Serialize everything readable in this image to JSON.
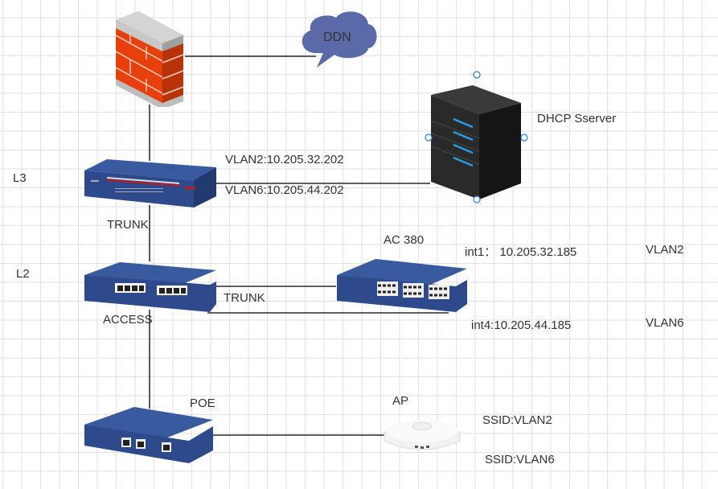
{
  "nodes": {
    "cloud": {
      "label": "DDN"
    },
    "server": {
      "label": "DHCP Sserver"
    },
    "l3": {
      "label": "L3",
      "vlan2": "VLAN2:10.205.32.202",
      "vlan6": "VLAN6:10.205.44.202"
    },
    "l2": {
      "label": "L2",
      "uplink": "TRUNK",
      "downlink": "ACCESS"
    },
    "ac": {
      "label": "AC 380",
      "link": "TRUNK",
      "int1": "int1： 10.205.32.185",
      "int1_vlan": "VLAN2",
      "int4": "int4:10.205.44.185",
      "int4_vlan": "VLAN6"
    },
    "poe": {
      "label": "POE"
    },
    "ap": {
      "label": "AP",
      "ssid1": "SSID:VLAN2",
      "ssid2": "SSID:VLAN6"
    }
  },
  "colors": {
    "device_blue": "#2e4a8c",
    "cloud": "#5a6aa8",
    "brick": "#e8400c",
    "handle": "#2a7ae2"
  }
}
